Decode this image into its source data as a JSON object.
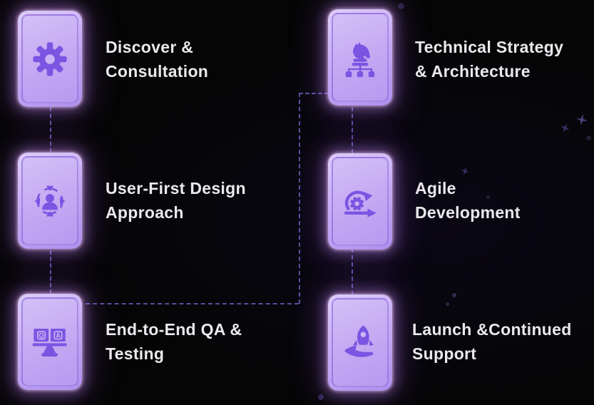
{
  "diagram": {
    "name": "software-development-process-flow",
    "palette": {
      "background": "#050505",
      "card_fill": "#c7adf4",
      "card_glow": "#d898ff",
      "icon_color": "#7a55e2",
      "connector_color": "#54509c",
      "text_color": "#ebe9ed",
      "sparkle_color": "#3c3668"
    },
    "steps": [
      {
        "id": "discover",
        "icon": "gear-icon",
        "line1": "Discover &",
        "line2": "Consultation"
      },
      {
        "id": "technical",
        "icon": "chess-knight-architecture-icon",
        "line1": "Technical Strategy",
        "line2": "& Architecture"
      },
      {
        "id": "design",
        "icon": "user-centered-icon",
        "line1": "User-First Design",
        "line2": "Approach"
      },
      {
        "id": "agile",
        "icon": "agile-sprint-icon",
        "line1": "Agile",
        "line2": "Development"
      },
      {
        "id": "qa",
        "icon": "qa-dual-monitor-icon",
        "line1": "End-to-End QA &",
        "line2": "Testing"
      },
      {
        "id": "launch",
        "icon": "rocket-in-hand-icon",
        "line1": "Launch &Continued",
        "line2": "Support"
      }
    ],
    "qa_monitor_letters": {
      "left": "Q",
      "right": "A"
    }
  }
}
